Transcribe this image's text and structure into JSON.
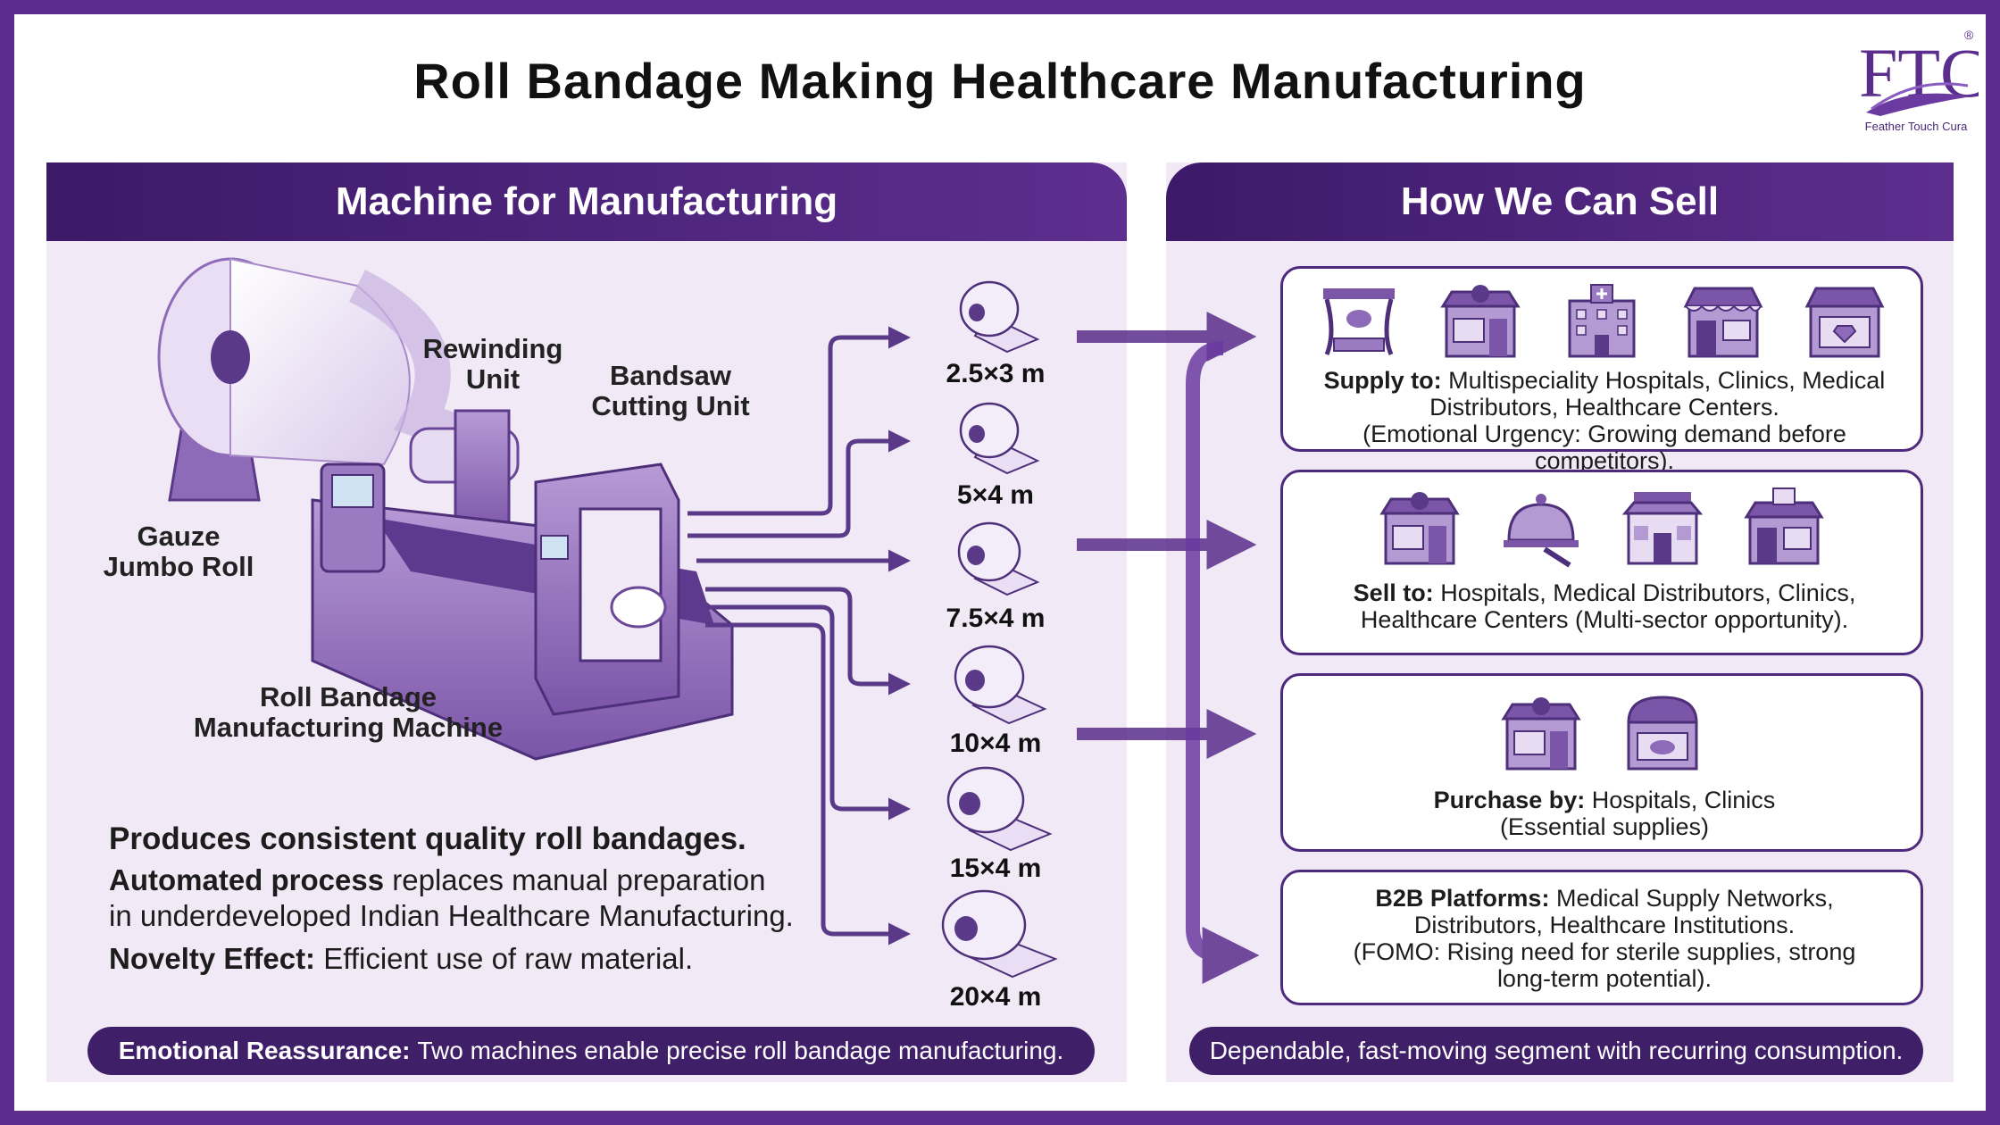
{
  "title": "Roll Bandage Making Healthcare Manufacturing",
  "logo": {
    "mark": "FTC",
    "tagline": "Feather Touch Cura",
    "registered": "®"
  },
  "left_panel": {
    "heading": "Machine for Manufacturing",
    "labels": {
      "gauze": "Gauze\nJumbo Roll",
      "rewinding": "Rewinding\nUnit",
      "bandsaw": "Bandsaw\nCutting Unit",
      "machine": "Roll Bandage\nManufacturing Machine"
    },
    "sizes": [
      "2.5×3 m",
      "5×4 m",
      "7.5×4 m",
      "10×4 m",
      "15×4 m",
      "20×4 m"
    ],
    "desc": {
      "line1": "Produces consistent quality roll bandages.",
      "line2_bold": "Automated process",
      "line2_rest": " replaces manual preparation",
      "line3": "in underdeveloped Indian Healthcare Manufacturing.",
      "line4_bold": "Novelty Effect:",
      "line4_rest": " Efficient use of raw material."
    },
    "footer_bold": "Emotional Reassurance:",
    "footer_rest": "Two machines enable precise roll bandage manufacturing."
  },
  "right_panel": {
    "heading": "How We Can Sell",
    "cards": [
      {
        "bold": "Supply to:",
        "text": " Multispeciality Hospitals, Clinics, Medical Distributors, Healthcare Centers.",
        "extra": "(Emotional Urgency: Growing demand before competitors).",
        "icons": [
          "spa-icon",
          "restaurant-shop-icon",
          "hospital-building-icon",
          "store-icon",
          "jewelry-store-icon"
        ]
      },
      {
        "bold": "Sell to:",
        "text": " Hospitals, Medical Distributors, Clinics, Healthcare Centers (Multi-sector opportunity).",
        "extra": "",
        "icons": [
          "restaurant-shop-icon",
          "catering-cloche-icon",
          "storefront-icon",
          "retail-shop-icon"
        ]
      },
      {
        "bold": "Purchase by:",
        "text": " Hospitals, Clinics",
        "extra": "(Essential supplies)",
        "icons": [
          "restaurant-shop-icon",
          "bakery-shop-icon"
        ]
      },
      {
        "bold": "B2B Platforms:",
        "text": " Medical Supply Networks, Distributors, Healthcare Institutions.",
        "extra": "(FOMO: Rising need for sterile supplies, strong long-term potential).",
        "icons": []
      }
    ],
    "footer": "Dependable, fast-moving segment with recurring consumption."
  },
  "colors": {
    "accent": "#5c2d8c",
    "dark": "#3c1a68",
    "panel": "#f1eaf6",
    "machine": "#8f6bb8"
  }
}
